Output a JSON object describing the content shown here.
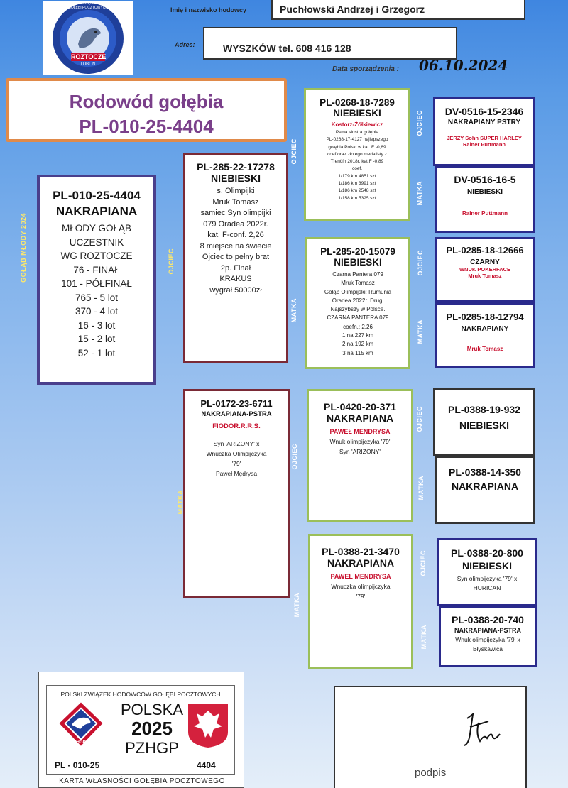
{
  "header": {
    "logo_ring": "WOJEWÓDZKI ZWIĄZEK HODOWCÓW GOŁĘBI POCZTOWYCH",
    "logo_name": "ROZTOCZE",
    "logo_sub": "LUBLIN",
    "breeder_label": "Imię i nazwisko hodowcy",
    "breeder_value": "Puchłowski Andrzej i Grzegorz",
    "address_label": "Adres:",
    "address_value": "WYSZKÓW tel. 608 416 128",
    "date_label": "Data sporządzenia :",
    "date_value": "06.10.2024"
  },
  "title": {
    "line1": "Rodowód gołębia",
    "line2": "PL-010-25-4404"
  },
  "main_bird": {
    "ring": "PL-010-25-4404",
    "color": "NAKRAPIANA",
    "lines": [
      "MŁODY GOŁĄB",
      "UCZESTNIK",
      "WG ROZTOCZE",
      "76 - FINAŁ",
      "101 - PÓŁFINAŁ",
      "765 - 5 lot",
      "370 - 4 lot",
      "16 - 3 lot",
      "15 - 2 lot",
      "52 - 1 lot"
    ],
    "side_label": "GOŁĄB MŁODY 2024"
  },
  "father": {
    "ring": "PL-285-22-17278",
    "color": "NIEBIESKI",
    "lines": [
      "s. Olimpijki",
      "Mruk Tomasz",
      "samiec Syn olimpijki",
      "079 Oradea 2022r.",
      "kat. F-conf. 2,26",
      "8 miejsce na świecie",
      "Ojciec to pełny brat",
      "2p. Finał",
      "KRAKUS",
      "wygrał 50000zł"
    ],
    "label": "OJCIEC"
  },
  "mother": {
    "ring": "PL-0172-23-6711",
    "color": "NAKRAPIANA-PSTRA",
    "breeder": "FIODOR.R.R.S.",
    "lines": [
      "Syn 'ARIZONY' x",
      "Wnuczka Olimpijczyka",
      "'79'",
      "Paweł Mędrysa"
    ],
    "label": "MATKA"
  },
  "ff": {
    "ring": "PL-0268-18-7289",
    "color": "NIEBIESKI",
    "breeder": "Kostorz-Żółkiewicz",
    "lines": [
      "Pełna siostra gołębia",
      "PL-0268-17-4127 najlepszego",
      "gołębia Polski w kat. F -0,89",
      "coef oraz złotego medalisty z",
      "Trenčín 2018r. kat.F -0,89",
      "coef.",
      "1/179 km 4851 szt",
      "1/186 km 3991 szt",
      "1/186 km 2548 szt",
      "1/158 km 5325 szt"
    ],
    "label": "OJCIEC"
  },
  "fm": {
    "ring": "PL-285-20-15079",
    "color": "NIEBIESKI",
    "lines": [
      "Czarna Pantera 079",
      "Mruk Tomasz",
      "Gołąb Olimpijski: Rumunia",
      "Oradea 2022r. Drugi",
      "Najszybszy w Polsce.",
      "CZARNA PANTERA 079",
      "coefn.: 2,26",
      "1 na 227 km",
      "2 na 192 km",
      "3 na 115 km"
    ],
    "label": "MATKA"
  },
  "mf": {
    "ring": "PL-0420-20-371",
    "color": "NAKRAPIANA",
    "breeder": "PAWEŁ MENDRYSA",
    "lines": [
      "Wnuk olimpijczyka '79'",
      "Syn 'ARIZONY'"
    ],
    "label": "OJCIEC"
  },
  "mm": {
    "ring": "PL-0388-21-3470",
    "color": "NAKRAPIANA",
    "breeder": "PAWEŁ MENDRYSA",
    "lines": [
      "Wnuczka olimpijczyka",
      "'79'"
    ],
    "label": "MATKA"
  },
  "g1": {
    "ring": "DV-0516-15-2346",
    "color": "NAKRAPIANY PSTRY",
    "breeder": "JERZY Sohn SUPER HARLEY",
    "breeder2": "Rainer Puttmann"
  },
  "g2": {
    "ring": "DV-0516-16-5",
    "color": "NIEBIESKI",
    "breeder": "Rainer Puttmann"
  },
  "g3": {
    "ring": "PL-0285-18-12666",
    "color": "CZARNY",
    "breeder": "WNUK POKERFACE",
    "breeder2": "Mruk Tomasz"
  },
  "g4": {
    "ring": "PL-0285-18-12794",
    "color": "NAKRAPIANY",
    "breeder": "Mruk Tomasz"
  },
  "g5": {
    "ring": "PL-0388-19-932",
    "color": "NIEBIESKI"
  },
  "g6": {
    "ring": "PL-0388-14-350",
    "color": "NAKRAPIANA"
  },
  "g7": {
    "ring": "PL-0388-20-800",
    "color": "NIEBIESKI",
    "lines": [
      "Syn olimpijczyka '79' x",
      "HURICAN"
    ]
  },
  "g8": {
    "ring": "PL-0388-20-740",
    "color": "NAKRAPIANA-PSTRA",
    "lines": [
      "Wnuk olimpijczyka '79' x",
      "Błyskawica"
    ]
  },
  "labels": {
    "ojciec": "OJCIEC",
    "matka": "MATKA"
  },
  "card": {
    "org": "POLSKI ZWIĄZEK HODOWCÓW GOŁĘBI POCZTOWYCH",
    "country": "POLSKA",
    "year": "2025",
    "abbr": "PZHGP",
    "badge": "PZHGP",
    "ring_left": "PL - 010-25",
    "ring_right": "4404",
    "footer": "KARTA WŁASNOŚCI GOŁĘBIA POCZTOWEGO"
  },
  "signature": {
    "label": "podpis"
  }
}
